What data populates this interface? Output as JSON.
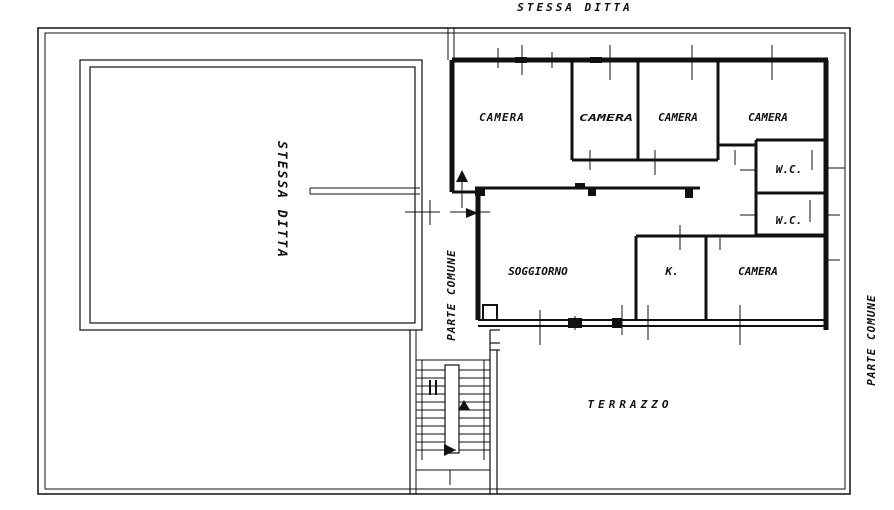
{
  "labels": {
    "top_neighbor": "STESSA DITTA",
    "left_neighbor": "STESSA DITTA",
    "camera_1": "CAMERA",
    "camera_2": "CAMERA",
    "camera_3": "CAMERA",
    "camera_4": "CAMERA",
    "camera_5": "CAMERA",
    "wc_1": "W.C.",
    "wc_2": "W.C.",
    "soggiorno": "SOGGIORNO",
    "kitchen": "K.",
    "terrazzo": "TERRAZZO",
    "parte_comune_stair": "PARTE COMUNE",
    "parte_comune_right": "PARTE COMUNE"
  },
  "colors": {
    "ink": "#111111",
    "paper": "#ffffff"
  }
}
